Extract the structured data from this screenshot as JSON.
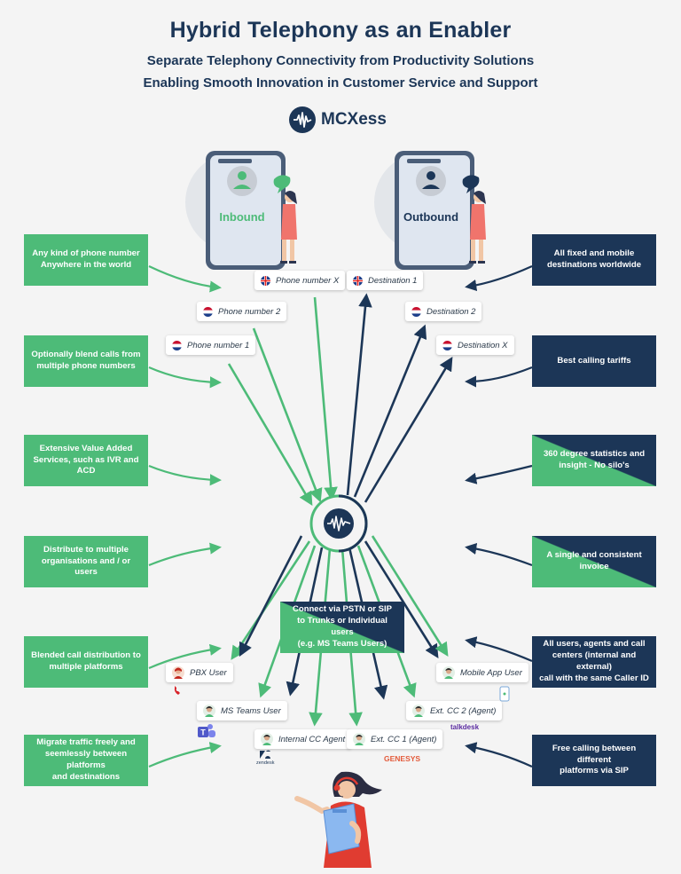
{
  "title": "Hybrid Telephony as an Enabler",
  "subtitle1": "Separate Telephony Connectivity from Productivity Solutions",
  "subtitle2": "Enabling Smooth Innovation in Customer Service and Support",
  "logo": {
    "text": "MCXess",
    "icon": "waveform-icon"
  },
  "phones": {
    "inbound": "Inbound",
    "outbound": "Outbound"
  },
  "left_boxes": [
    "Any kind of phone number\nAnywhere in the world",
    "Optionally blend calls from\nmultiple phone numbers",
    "Extensive Value Added\nServices, such as IVR and ACD",
    "Distribute to multiple\norganisations and / or users",
    "Blended call distribution to\nmultiple platforms",
    "Migrate traffic freely and\nseemlessly between platforms\nand destinations"
  ],
  "right_boxes": [
    "All fixed and mobile\ndestinations worldwide",
    "Best calling tariffs",
    "360 degree statistics and\ninsight - No silo's",
    "A single and consistent invoice",
    "All users, agents and call\ncenters (internal and external)\ncall with the same Caller ID",
    "Free calling between different\nplatforms via SIP"
  ],
  "numbers": {
    "phone_x": "Phone number X",
    "phone_2": "Phone number 2",
    "phone_1": "Phone number 1",
    "dest_1": "Destination 1",
    "dest_2": "Destination 2",
    "dest_x": "Destination X"
  },
  "center_text": "Connect via PSTN or SIP\nto Trunks or Individual users\n(e.g. MS Teams Users)",
  "users": {
    "pbx": "PBX User",
    "teams": "MS Teams User",
    "internal_cc": "Internal CC Agent",
    "ext_cc1": "Ext. CC 1 (Agent)",
    "ext_cc2": "Ext. CC 2 (Agent)",
    "mobile": "Mobile App User"
  },
  "brands": {
    "talkdesk": "talkdesk",
    "genesys": "GENESYS",
    "zendesk": "zendesk"
  },
  "colors": {
    "green": "#4dbb78",
    "navy": "#1c3657"
  }
}
